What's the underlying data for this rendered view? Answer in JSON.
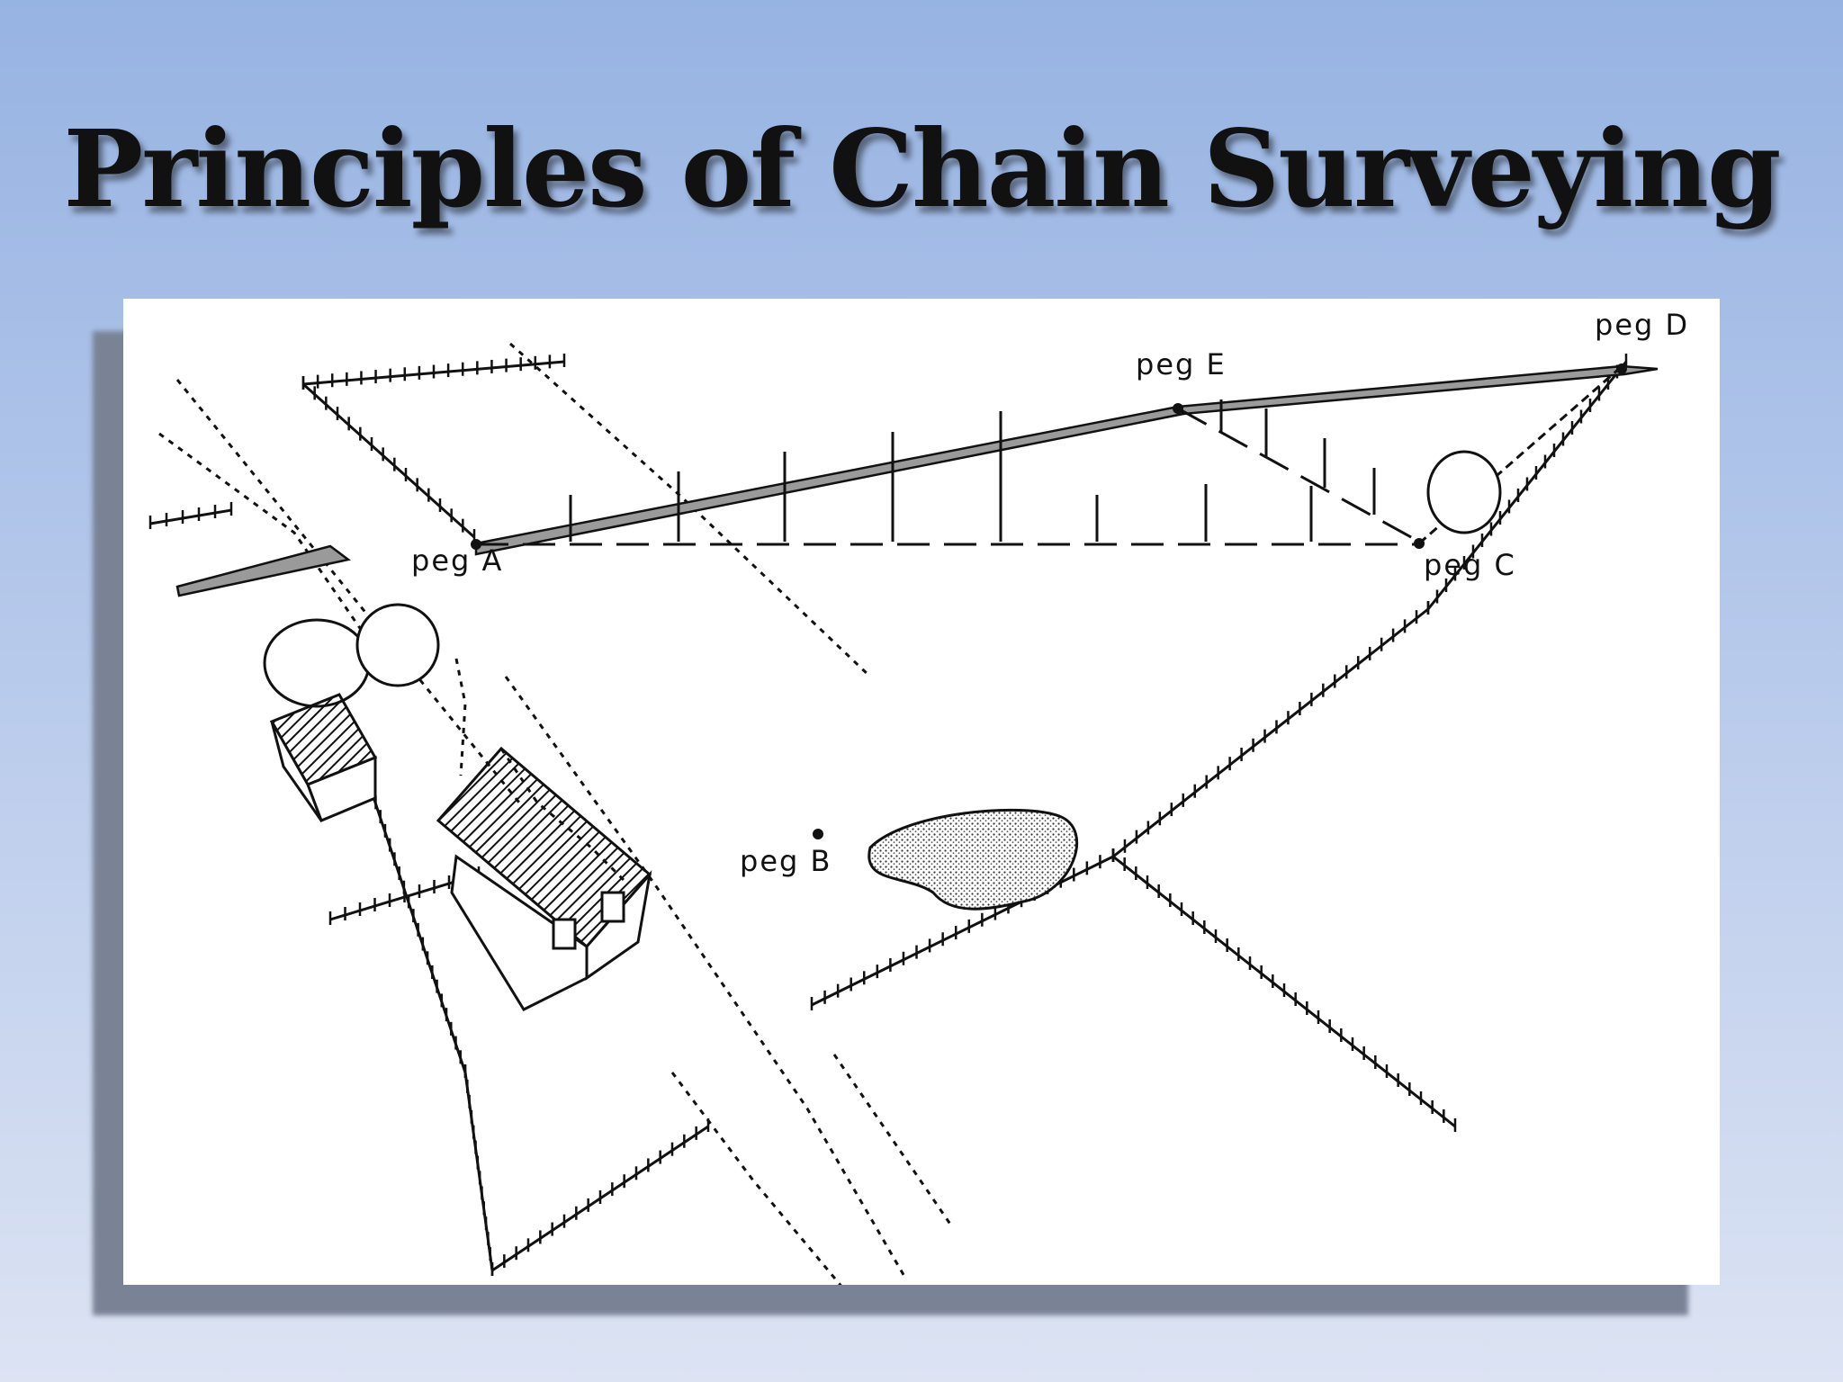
{
  "slide": {
    "title": "Principles of Chain Surveying"
  },
  "diagram": {
    "pegs": {
      "a": "peg A",
      "b": "peg B",
      "c": "peg C",
      "d": "peg D",
      "e": "peg E"
    },
    "colors": {
      "ink": "#111111",
      "chain_fill": "#9a9a9a",
      "paper": "#ffffff"
    }
  }
}
